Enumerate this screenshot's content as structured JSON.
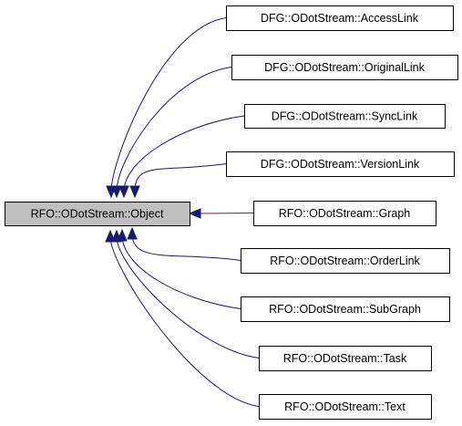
{
  "diagram": {
    "base_class": "RFO::ODotStream::Object",
    "derived_classes": [
      "DFG::ODotStream::AccessLink",
      "DFG::ODotStream::OriginalLink",
      "DFG::ODotStream::SyncLink",
      "DFG::ODotStream::VersionLink",
      "RFO::ODotStream::Graph",
      "RFO::ODotStream::OrderLink",
      "RFO::ODotStream::SubGraph",
      "RFO::ODotStream::Task",
      "RFO::ODotStream::Text"
    ],
    "colors": {
      "edge": "#191970",
      "base_fill": "#bfbfbf",
      "node_fill": "#ffffff",
      "border": "#000000"
    }
  }
}
